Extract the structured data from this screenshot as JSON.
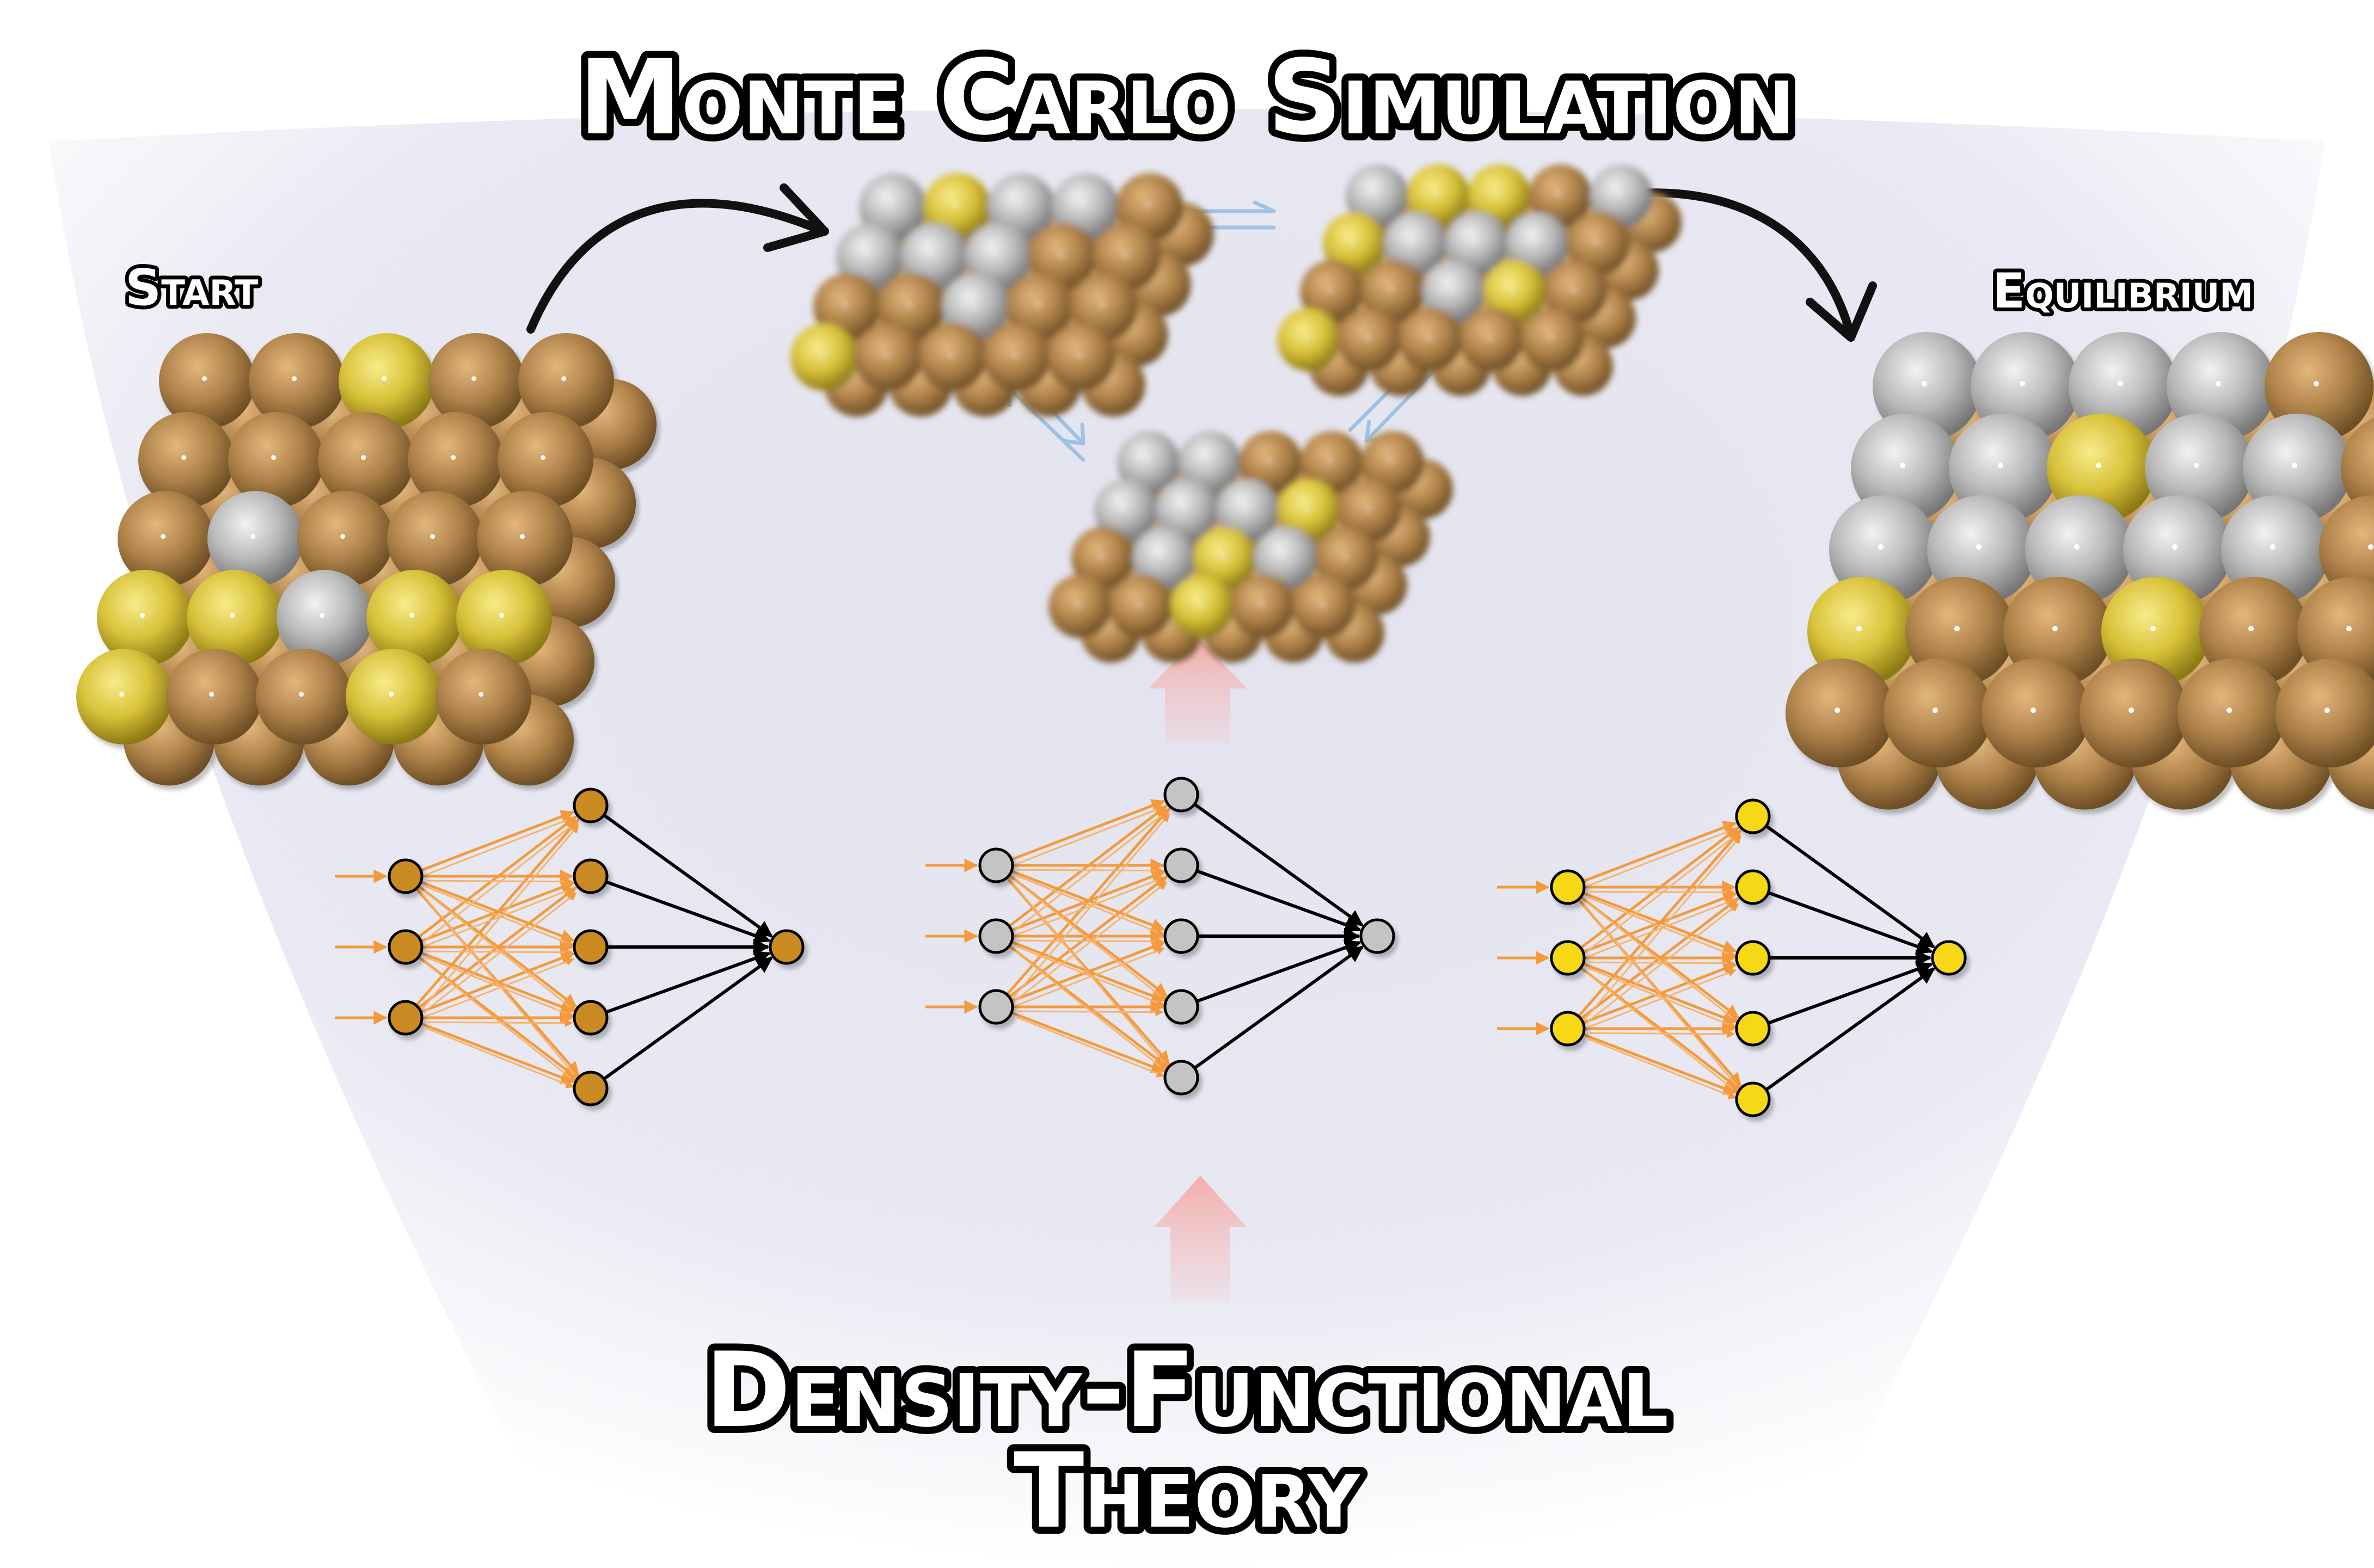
{
  "titles": {
    "top": "Monte Carlo Simulation",
    "bottom_line1": "Density-Functional",
    "bottom_line2": "Theory"
  },
  "labels": {
    "start": "Start",
    "equilibrium": "Equilibrium"
  },
  "colors": {
    "copper": "#b0834a",
    "silver": "#b9b9b9",
    "gold": "#d8c23a",
    "nn_copper": "#c98a22",
    "nn_silver": "#c4c4c4",
    "nn_gold": "#f7d812",
    "nn_arrow": "#f49a3c",
    "exchange_arrow": "#9ec2e2",
    "flow_arrow": "#f5b8b4",
    "background": "#e9e9f3"
  },
  "clusters": [
    {
      "name": "start",
      "pattern": [
        "ccgcc",
        "ccccc",
        "csccc",
        "ggsgg",
        "gccgc"
      ]
    },
    {
      "name": "mc-state-1",
      "pattern": [
        "sgssc",
        "ssscc",
        "ccscc",
        "gcccc"
      ]
    },
    {
      "name": "mc-state-2",
      "pattern": [
        "sggcs",
        "gsssc",
        "ccsgc",
        "gcccc"
      ]
    },
    {
      "name": "mc-state-3",
      "pattern": [
        "ssccc",
        "sssgc",
        "csgsc",
        "ccgcc"
      ]
    },
    {
      "name": "equilibrium",
      "pattern": [
        "ssssc",
        "ssgssc",
        "sssssc",
        "gccgcc",
        "cccccc"
      ]
    }
  ],
  "networks": [
    {
      "name": "copper-network",
      "layers": [
        3,
        5,
        1
      ],
      "color_key": "nn_copper"
    },
    {
      "name": "silver-network",
      "layers": [
        3,
        5,
        1
      ],
      "color_key": "nn_silver"
    },
    {
      "name": "gold-network",
      "layers": [
        3,
        5,
        1
      ],
      "color_key": "nn_gold"
    }
  ]
}
